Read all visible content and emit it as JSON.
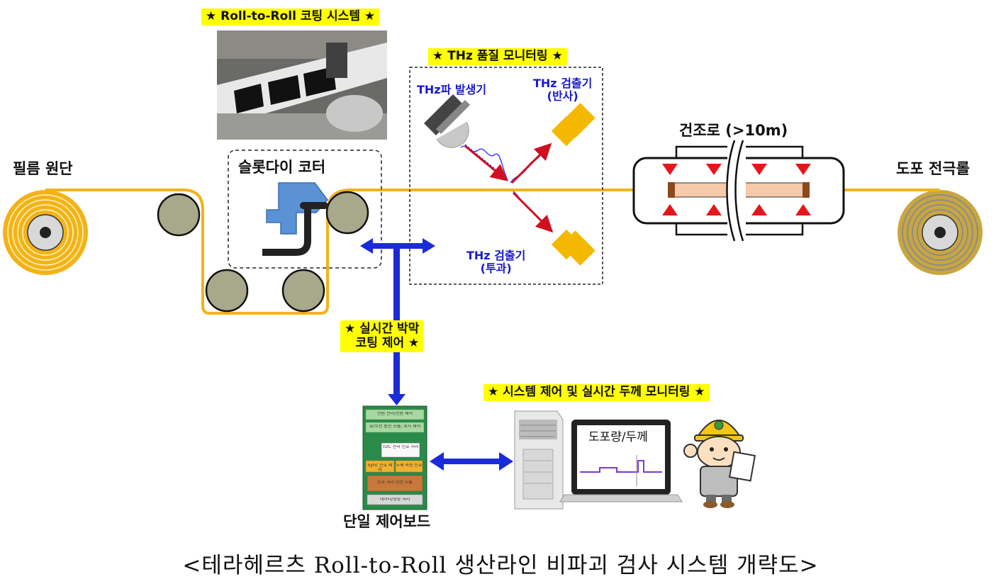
{
  "labels": {
    "r2r_title": "★ Roll-to-Roll 코팅 시스템 ★",
    "thz_title": "★ THz 품질 모니터링 ★",
    "emitter": "THz파 발생기",
    "detector_reflect_1": "THz 검출기",
    "detector_reflect_2": "(반사)",
    "detector_trans_1": "THz 검출기",
    "detector_trans_2": "(투과)",
    "dryer": "건조로 (>10m)",
    "film_roll": "필름 원단",
    "electrode_roll": "도포 전극롤",
    "slot_die": "슬롯다이 코터",
    "realtime_1": "★ 실시간 박막",
    "realtime_2": "코팅 제어 ★",
    "system_title": "★ 시스템 제어 및 실시간 두께 모니터링 ★",
    "monitor_text": "도포량/두께",
    "board": "단일 제어보드"
  },
  "board_blocks": [
    "전원 관리/전원 제어",
    "유/무선 통신 모듈, 위치 제어",
    "TDC 관리 신호 처리",
    "Sync 신호 제어",
    "두께 측정 신호",
    "신호 처리 연산 모듈",
    "데이터/영상 처리"
  ],
  "caption": "<테라헤르츠 Roll-to-Roll 생산라인 비파괴 검사 시스템 개략도>",
  "colors": {
    "film": "#f3b318",
    "roller": "#a8a88a",
    "arrow_blue": "#1a2bd8",
    "highlight": "#ffff00",
    "dryer_heat": "#e8141c",
    "detector": "#f5b800"
  }
}
